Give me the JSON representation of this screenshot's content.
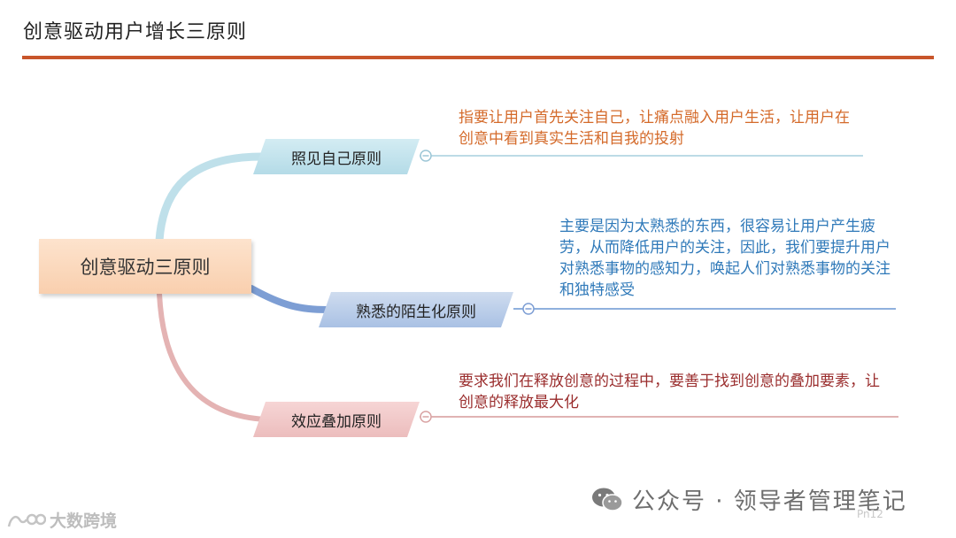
{
  "header": {
    "title": "创意驱动用户增长三原则"
  },
  "mindmap": {
    "root": {
      "label": "创意驱动三原则"
    },
    "branches": [
      {
        "label": "照见自己原则",
        "description": "指要让用户首先关注自己，让痛点融入用户生活，让用户在创意中看到真实生活和自我的投射",
        "color": "#d46a2a"
      },
      {
        "label": "熟悉的陌生化原则",
        "description": "主要是因为太熟悉的东西，很容易让用户产生疲劳，从而降低用户的关注，因此，我们要提升用户对熟悉事物的感知力，唤起人们对熟悉事物的关注和独特感受",
        "color": "#2f79b9"
      },
      {
        "label": "效应叠加原则",
        "description": "要求我们在释放创意的过程中，要善于找到创意的叠加要素，让创意的释放最大化",
        "color": "#9a2d2d"
      }
    ]
  },
  "footer": {
    "watermark_text": "公众号 · 领导者管理笔记",
    "logo_text": "大数跨境",
    "page_number": "Pn12"
  },
  "icons": {
    "wechat": "wechat-icon",
    "logo": "logo-icon",
    "collapse": "collapse-circle-icon"
  }
}
